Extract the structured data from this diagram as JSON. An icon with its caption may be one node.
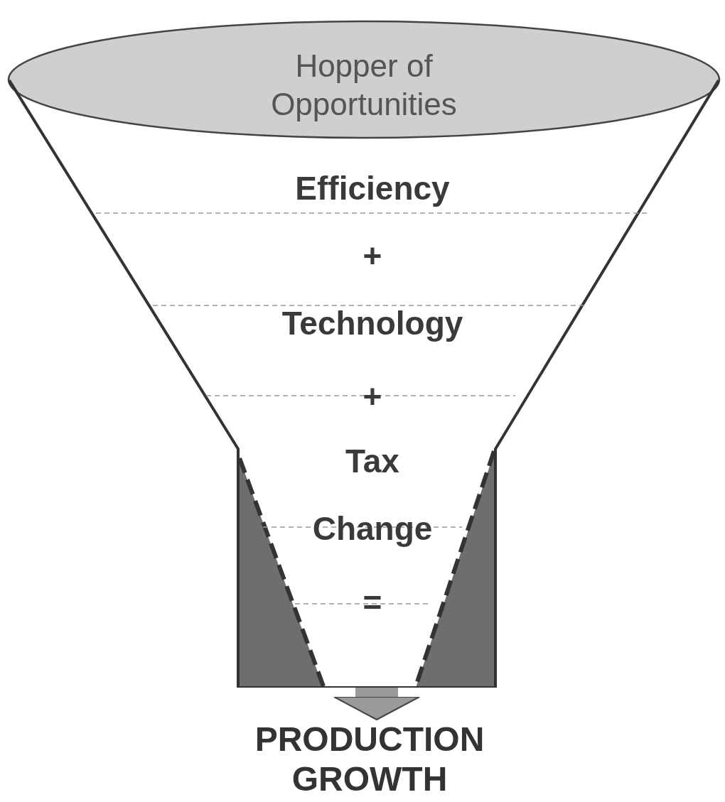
{
  "diagram": {
    "nodes": [
      {
        "text": [
          "Hopper of Opportunities"
        ]
      },
      {
        "text": [
          "Efficiency",
          "+",
          "Technology",
          "+",
          "Tax Change",
          "="
        ]
      },
      {
        "text": [
          "PRODUCTION GROWTH"
        ]
      }
    ],
    "edges": [
      {
        "from": 1,
        "to": 2,
        "arrow": "to"
      }
    ]
  }
}
